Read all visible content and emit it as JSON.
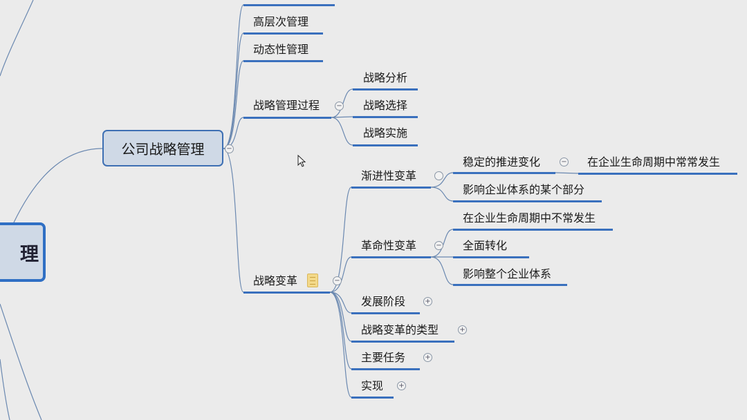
{
  "root": {
    "label": "理"
  },
  "main": {
    "label": "公司战略管理",
    "toggle": "−"
  },
  "branches": {
    "b1": "高层次管理",
    "b2": "动态性管理",
    "process": {
      "label": "战略管理过程",
      "toggle": "−",
      "children": [
        "战略分析",
        "战略选择",
        "战略实施"
      ]
    },
    "change": {
      "label": "战略变革",
      "toggle": "−",
      "gradual": {
        "label": "渐进性变革",
        "toggle": "",
        "stable": {
          "label": "稳定的推进变化",
          "toggle": "−",
          "child": "在企业生命周期中常常发生"
        },
        "partial": "影响企业体系的某个部分"
      },
      "revolution": {
        "label": "革命性变革",
        "toggle": "−",
        "children": [
          "在企业生命周期中不常发生",
          "全面转化",
          "影响整个企业体系"
        ]
      },
      "stages": {
        "label": "发展阶段",
        "toggle": "+"
      },
      "types": {
        "label": "战略变革的类型",
        "toggle": "+"
      },
      "tasks": {
        "label": "主要任务",
        "toggle": "+"
      },
      "realize": {
        "label": "实现",
        "toggle": "+"
      }
    }
  },
  "colors": {
    "line": "#3a70bd",
    "background": "#ebebeb",
    "node_fill": "#cfd9e6"
  }
}
